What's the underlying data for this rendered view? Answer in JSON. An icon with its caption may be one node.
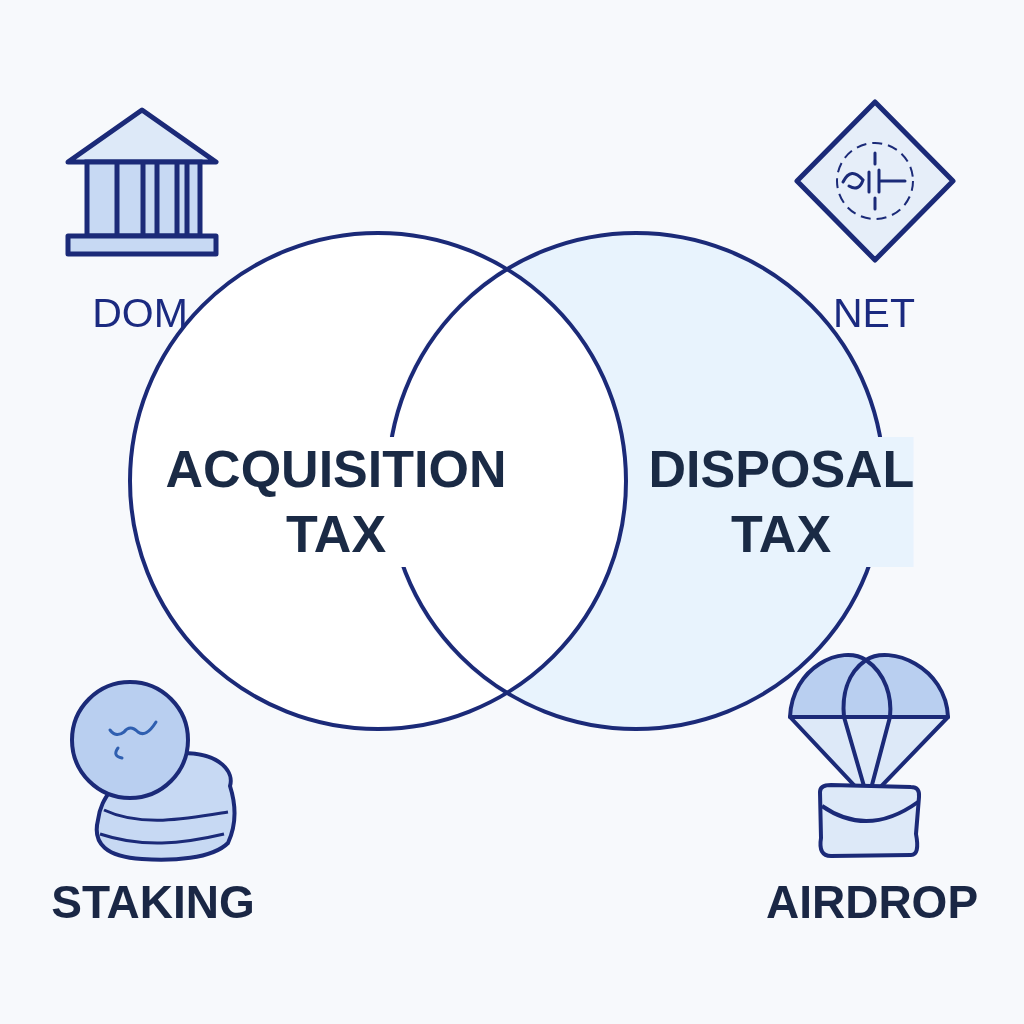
{
  "diagram": {
    "nodes": [
      {
        "text": [
          "ACQUISITION TAX"
        ]
      },
      {
        "text": [
          "DISPOSAL TAX"
        ]
      }
    ],
    "labels": [
      "DOM",
      "NET",
      "STAKING",
      "AIRDROP"
    ]
  }
}
